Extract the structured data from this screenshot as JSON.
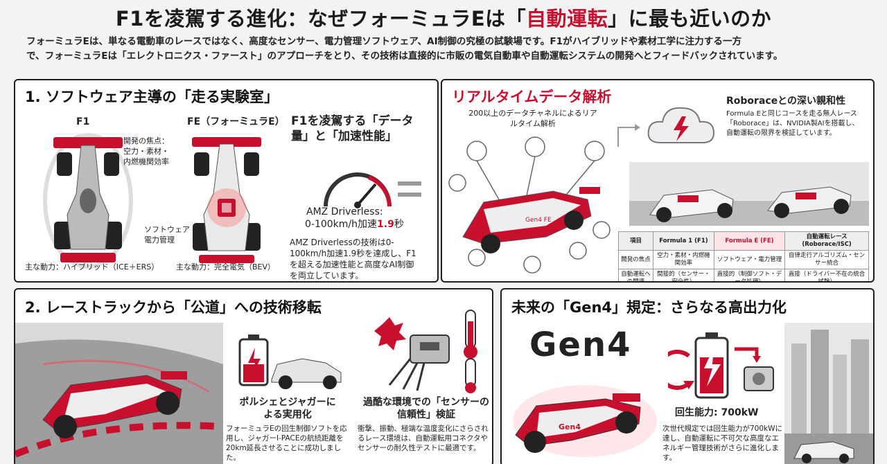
{
  "header": {
    "title_part1": "F1を凌駕する進化：なぜフォーミュラEは「",
    "title_highlight": "自動運転",
    "title_part2": "」に最も近いのか",
    "lead_line1": "フォーミュラEは、単なる電動車のレースではなく、高度なセンサー、電力管理ソフトウェア、AI制御の究極の試験場です。F1がハイブリッドや素材工学に注力する一方",
    "lead_line2": "で、フォーミュラEは「エレクトロニクス・ファースト」のアプローチをとり、その技術は直接的に市販の電気自動車や自動運転システムの開発へとフィードバックされています。"
  },
  "panel1": {
    "heading": "1. ソフトウェア主導の「走る実験室」",
    "f1_label": "F1",
    "fe_label": "FE（フォーミュラE）",
    "f1_focus": "開発の焦点：\n空力・素材・\n内燃機関効率",
    "fe_focus": "ソフトウェア・\n電力管理",
    "f1_power": "主な動力：ハイブリッド（ICE＋ERS）",
    "fe_power": "主な動力：完全電気（BEV）",
    "data_heading": "F1を凌駕する「データ量」と「加速性能」",
    "amz_line1": "AMZ Driverless:",
    "amz_line2_pre": "0-100km/h加速",
    "amz_line2_num": "1.9",
    "amz_line2_post": "秒",
    "amz_desc": "AMZ Driverlessの技術は0-100km/h加速1.9秒を達成し、F1を超える加速性能と高度なAI制御を両立しています。"
  },
  "panel_realtime": {
    "heading": "リアルタイムデータ解析",
    "sub": "200以上のデータチャネルによるリアルタイム解析",
    "car_text": "Gen4 FE"
  },
  "panel_roborace": {
    "heading": "Roboraceとの深い親和性",
    "desc": "Formula Eと同じコースを走る無人レース「Roborace」は、NVIDIA製AIを搭載し、自動運転の限界を検証しています。",
    "table": {
      "headers": [
        "項目",
        "Formula 1 (F1)",
        "Formula E (FE)",
        "自動運転レース(Roborace/ISC)"
      ],
      "rows": [
        [
          "開発の焦点",
          "空力・素材・内燃機関効率",
          "ソフトウェア・電力管理",
          "自律走行アルゴリズム・センサー統合"
        ],
        [
          "自動運転への関連",
          "間接的（センサー・安全性）",
          "直接的（制御ソフト・データ処理）",
          "直接（ドライバー不在の統合試験）"
        ]
      ]
    }
  },
  "panel2": {
    "heading": "2. レーストラックから「公道」への技術移転",
    "porsche_title": "ポルシェとジャガーによる実用化",
    "porsche_desc": "フォーミュラEの回生制御ソフトを応用し、ジャガーI-PACEの航続距離を20km延長させることに成功しました。",
    "sensor_title": "過酷な環境での「センサーの信頼性」検証",
    "sensor_desc": "衝撃、振動、極端な温度変化にさらされるレース環境は、自動運転用コネクタやセンサーの耐久性テストに最適です。"
  },
  "panel3": {
    "heading": "未来の「Gen4」規定：さらなる高出力化",
    "gen4_logo": "Gen4",
    "car_text": "Gen4",
    "regen_label": "回生能力: 700kW",
    "regen_desc": "次世代規定では回生能力が700kWに達し、自動運転に不可欠な高度なエネルギー管理技術がさらに進化します。"
  },
  "colors": {
    "accent": "#c8102e",
    "panel_border": "#1e1e1e",
    "background": "#f3f3f3"
  }
}
